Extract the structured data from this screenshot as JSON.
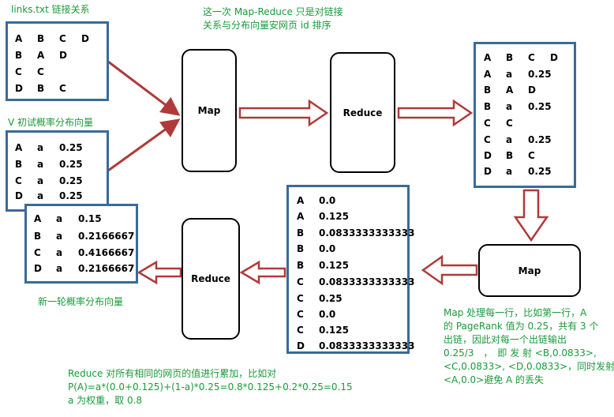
{
  "captions": {
    "links_title": "links.txt 链接关系",
    "v_title": "V 初试概率分布向量",
    "top_note": [
      "这一次 Map-Reduce 只是对链接",
      "关系与分布向量安网页 id 排序"
    ],
    "new_vector": "新一轮概率分布向量",
    "map_note": [
      "Map 处理每一行，比如第一行，A",
      "的 PageRank 值为 0.25，共有 3 个",
      "出链，因此对每一个出链输出",
      "0.25/3　，　即 发 射 <B,0.0833>,",
      "<C,0.0833>, <D,0.0833>，同时发射",
      "<A,0.0>避免 A 的丢失"
    ],
    "reduce_note": [
      "Reduce  对所有相同的网页的值进行累加，比如对",
      "P(A)=a*(0.0+0.125)+(1-a)*0.25=0.8*0.125+0.2*0.25=0.15",
      "a 为权重，取 0.8"
    ]
  },
  "nodes": {
    "map1": "Map",
    "reduce1": "Reduce",
    "map2": "Map",
    "reduce2": "Reduce"
  },
  "tables": {
    "links": [
      [
        "A",
        "B",
        "C",
        "D"
      ],
      [
        "B",
        "A",
        "D"
      ],
      [
        "C",
        "C"
      ],
      [
        "D",
        "B",
        "C"
      ]
    ],
    "v_init": [
      [
        "A",
        "a",
        "0.25"
      ],
      [
        "B",
        "a",
        "0.25"
      ],
      [
        "C",
        "a",
        "0.25"
      ],
      [
        "D",
        "a",
        "0.25"
      ]
    ],
    "sorted": [
      [
        "A",
        "B",
        "C",
        "D"
      ],
      [
        "A",
        "a",
        "0.25"
      ],
      [
        "B",
        "A",
        "D"
      ],
      [
        "B",
        "a",
        "0.25"
      ],
      [
        "C",
        "C"
      ],
      [
        "C",
        "a",
        "0.25"
      ],
      [
        "D",
        "B",
        "C"
      ],
      [
        "D",
        "a",
        "0.25"
      ]
    ],
    "map_out": [
      [
        "A",
        "0.0"
      ],
      [
        "A",
        "0.125"
      ],
      [
        "B",
        "0.0833333333333"
      ],
      [
        "B",
        "0.0"
      ],
      [
        "B",
        "0.125"
      ],
      [
        "C",
        "0.0833333333333"
      ],
      [
        "C",
        "0.25"
      ],
      [
        "C",
        "0.0"
      ],
      [
        "C",
        "0.125"
      ],
      [
        "D",
        "0.0833333333333"
      ]
    ],
    "v_new": [
      [
        "A",
        "a",
        "0.15"
      ],
      [
        "B",
        "a",
        "0.2166667"
      ],
      [
        "C",
        "a",
        "0.4166667"
      ],
      [
        "D",
        "a",
        "0.2166667"
      ]
    ]
  },
  "colors": {
    "box_border": "#3a6a9a",
    "arrow": "#b03a3a",
    "caption": "#1a9a3a"
  }
}
